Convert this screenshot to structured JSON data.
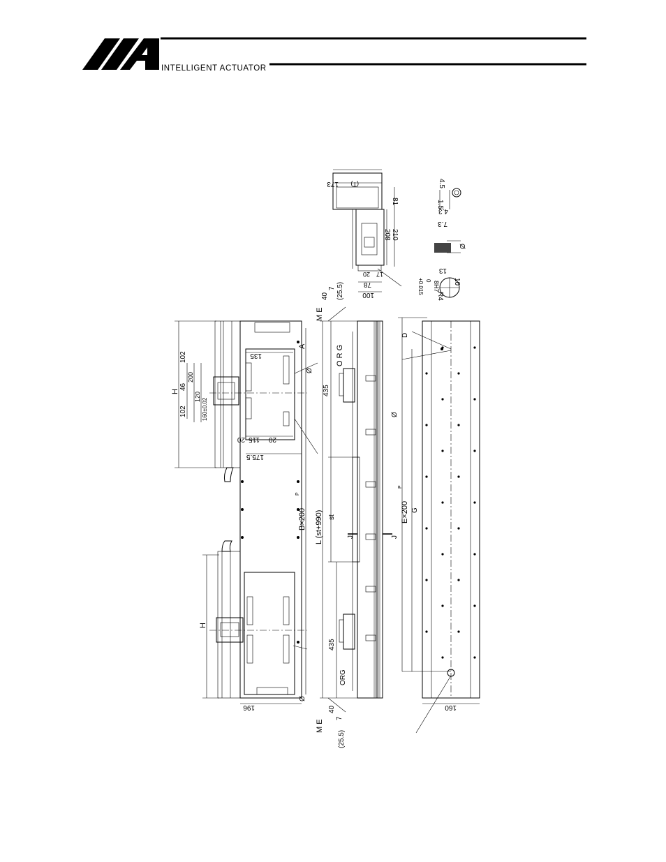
{
  "header": {
    "brand": "INTELLIGENT ACTUATOR",
    "logo_icon": "ia-logo-icon"
  },
  "drawing": {
    "side_view": {
      "dim_H_left": "H",
      "dim_H_right": "H",
      "dim_196": "196",
      "dim_175_5": "175.5",
      "dim_135": "135",
      "dim_115": "115",
      "dim_20a": "20",
      "dim_20b": "20",
      "dim_102a": "102",
      "dim_46": "46",
      "dim_102b": "102",
      "dim_200": "200",
      "dim_120": "120",
      "dim_160": "160±0.02",
      "dim_B": "B×200",
      "dim_B_sup": "P",
      "label_A": "A",
      "label_phi1": "Ø",
      "label_phi2": "Ø"
    },
    "top_view": {
      "dim_L": "L (st+990)",
      "dim_st": "st",
      "dim_435a": "435",
      "dim_435b": "435",
      "dim_40a": "40",
      "dim_40b": "40",
      "dim_7a": "7",
      "dim_7b": "7",
      "dim_25_5a": "(25.5)",
      "dim_25_5b": "(25.5)",
      "label_ME_top": "M E",
      "label_ME_bottom": "M E",
      "label_ORG_top": "O R G",
      "label_ORG_bottom": "ORG",
      "label_J1": "J",
      "label_J2": "J"
    },
    "base_view": {
      "dim_E": "E×200",
      "dim_E_sup": "P",
      "dim_G": "G",
      "dim_D": "D",
      "dim_160": "160",
      "label_phi": "Ø"
    },
    "end_view": {
      "dim_173": "173",
      "dim_T": "(T)",
      "dim_81": "81",
      "dim_208": "208",
      "dim_210": "210",
      "dim_17": "17",
      "dim_20": "20",
      "dim_78": "78",
      "dim_100": "100"
    },
    "details": {
      "dim_4_5": "4.5",
      "dim_1_5": "1.5",
      "dim_4_3": "4.3",
      "dim_7_3": "7.3",
      "dim_13": "13",
      "label_phi": "Ø",
      "dim_8H7": "8H7",
      "dim_tol": "+0.015",
      "dim_tol0": "0",
      "dim_10": "10",
      "dim_R4": "R4"
    }
  }
}
